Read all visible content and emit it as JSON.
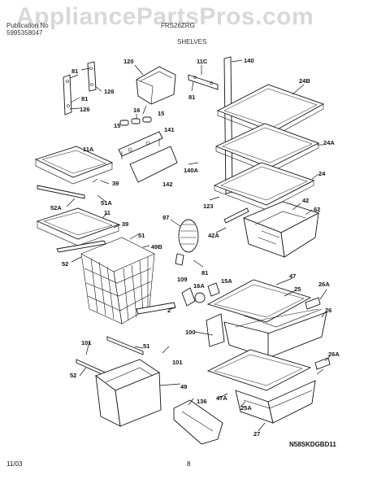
{
  "header": {
    "watermark": "AppliancePartsPros.com",
    "publication_label": "Publication No",
    "publication_no": "5995358047",
    "model_label": "FRS26ZRG",
    "section_title": "SHELVES"
  },
  "callouts": {
    "c81a": "81",
    "c126a": "126",
    "c81b": "81",
    "c126b": "126",
    "c120": "120",
    "c16": "16",
    "c15a": "15",
    "c15b": "15",
    "c141": "141",
    "c11c": "11C",
    "c140": "140",
    "c81c": "81",
    "c24b": "24B",
    "c11a": "11A",
    "c39a": "39",
    "c142": "142",
    "c52a": "52A",
    "c51a": "51A",
    "c11": "11",
    "c39b": "39",
    "c51": "51",
    "c49b": "49B",
    "c52": "52",
    "c97": "97",
    "c24a": "24A",
    "c140a": "140A",
    "c24": "24",
    "c123": "123",
    "c42": "42",
    "c62": "62",
    "c42a": "42A",
    "c81d": "81",
    "c109": "109",
    "c16a": "16A",
    "c15aa": "15A",
    "c47a": "47",
    "c25": "25",
    "c26a1": "26A",
    "c26": "26",
    "c2": "2",
    "c100": "100",
    "c101a": "101",
    "c51b": "51",
    "c101b": "101",
    "c52b": "52",
    "c49": "49",
    "c136": "136",
    "c47aa": "47A",
    "c25a": "25A",
    "c26a2": "26A",
    "c27": "27"
  },
  "footer": {
    "date": "11/03",
    "page": "8",
    "drawing_code": "N58SKDGBD11"
  }
}
